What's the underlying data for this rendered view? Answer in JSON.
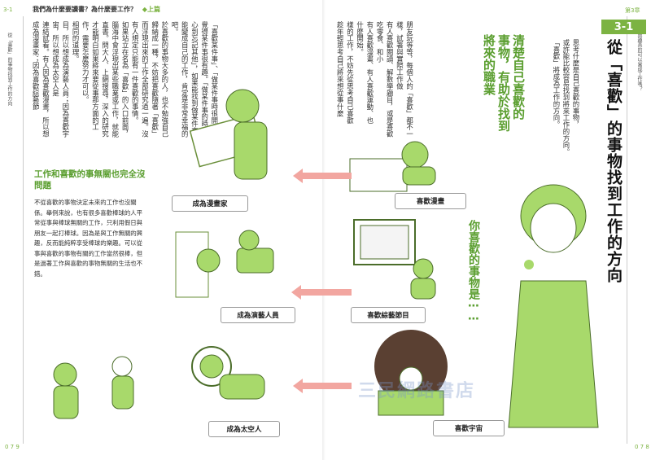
{
  "header": {
    "running_title": "我們為什麼要讀書？為什麼要工作？",
    "chapter_tag": "◆上篇",
    "left_page_number": "0 7 9",
    "right_page_number": "0 7 8",
    "left_side_tab": "3-1",
    "right_side_tab": "第3章"
  },
  "left_side_caption": "從「喜歡」的事物找到工作的方向",
  "right_side_caption": "興趣真的可以當成工作嗎？",
  "right_page": {
    "section_badge": "3-1",
    "title": "從「喜歡」的事物找到工作的方向",
    "subtitle": [
      "思考什麼是自己喜歡的事物，",
      "或許能比較容易找到將來工作的方向。",
      "「喜歡」將成為工作的方向。"
    ],
    "question": "你喜歡的事物是⋯⋯"
  },
  "left_page": {
    "heading": [
      "清楚自己喜歡的",
      "事物，有助於找到",
      "將來的職業"
    ],
    "body_columns": [
      "趁年輕思考自己將來想從事什麼",
      "樣的工作，不妨先從思考自己喜歡",
      "什麼開始。",
      "有人喜歡漫畫、有人喜歡運動、也",
      "有人喜歡閱讀、解數學題目，或是喜歡吃零食、和小",
      "朋友玩等等，每個人的「喜歡」都不一樣，試著與實際工作做",
      "連結試看。有人因為喜歡漫畫，所以想成為漫畫家；因為喜歡綜藝節",
      "目，所以想成為演藝人員；因為喜歡宇宙，所以想成為太空人是",
      "相同的道理。",
      "如果站立在名為「喜歡」的入口前面，腦海中會浮現出某些職業或工作，就能直書。問大人、上網搜尋，深入的研究才能明白如果將來要從事那方面的工作，需要怎麼努力才可以。",
      "於喜歡的事物大多的人，也不勉強自己歸納成一種，不妨把喜歡隨著「喜歡」而浮現出來的工作全部研究過一遍。沒有人規定只能有一件喜歡的事情。",
      "「喜歡某件事」、「做某件事時很開心」，覺得某件事很有趣。「做某件事的時候專心到忘記其他」，如果能找到做某件事，能變成自己的工作，肯定是非常幸福的吧。"
    ],
    "box": {
      "title": "工作和喜歡的事無關也完全沒問題",
      "text": "不從喜歡的事物決定未來的工作也沒關係。舉例來說，也有很多喜歡棒球的人平常從事與棒球無關的工作，只利用假日與朋友一起打棒球。因為是與工作無關的興趣，反而能純粹享受棒球的樂趣。可以從事與喜歡的事物有關的工作當然很棒，但是過著工作與喜歡的事物無關的生活也不錯。"
    }
  },
  "captions": {
    "manga_artist": "成為漫畫家",
    "like_manga": "喜歡漫畫",
    "entertainer": "成為演藝人員",
    "like_variety": "喜歡綜藝節目",
    "astronaut": "成為太空人",
    "like_space": "喜歡宇宙"
  },
  "watermark": "三民網路書店",
  "colors": {
    "accent": "#7cb342",
    "heading": "#5a9e2f",
    "arrow": "#f2a6a0",
    "fill": "#a8d96b"
  }
}
